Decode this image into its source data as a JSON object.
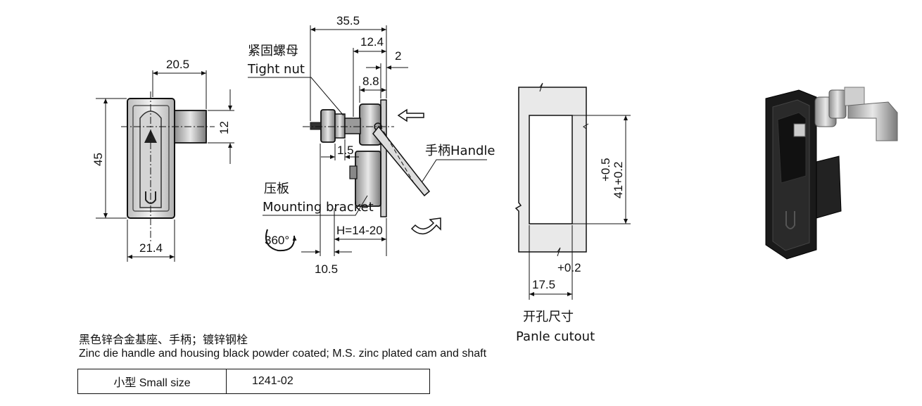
{
  "front_view": {
    "dim_width_top": "20.5",
    "dim_height": "45",
    "dim_stub": "12",
    "dim_width_bottom": "21.4"
  },
  "side_view": {
    "dim_overall": "35.5",
    "dim_12_4": "12.4",
    "dim_2": "2",
    "dim_8_8": "8.8",
    "dim_1_5": "1.5",
    "dim_h": "H=14-20",
    "dim_10_5": "10.5",
    "rotation": "360°",
    "tight_nut_cn": "紧固螺母",
    "tight_nut_en": "Tight nut",
    "handle": "手柄Handle",
    "bracket_cn": "压板",
    "bracket_en": "Mounting bracket"
  },
  "cutout": {
    "dim_height": "41+0.2",
    "dim_height_tol": "+0.5",
    "dim_width": "17.5",
    "dim_width_tol": "+0.2",
    "title_cn": "开孔尺寸",
    "title_en": "Panle cutout"
  },
  "notes": {
    "cn": "黑色锌合金基座、手柄；镀锌钢栓",
    "en": "Zinc die  handle and housing black powder coated; M.S. zinc plated cam and shaft"
  },
  "spec_table": {
    "size": "小型 Small size",
    "model": "1241-02"
  },
  "colors": {
    "line": "#111111",
    "metal": "#b9b9b9",
    "black_finish": "#1a1a1a",
    "panel_fill": "#e6e6e6"
  }
}
